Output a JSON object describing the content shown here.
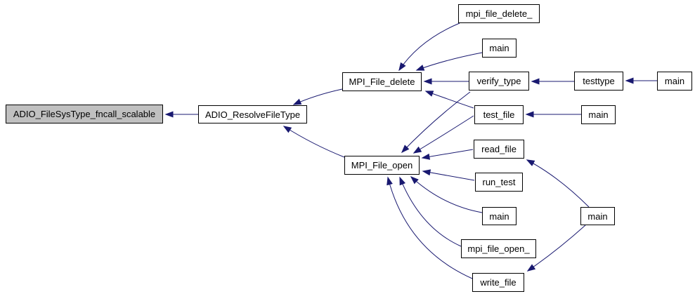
{
  "diagram": {
    "type": "caller-graph",
    "colors": {
      "edge": "#191970",
      "node_border": "#000000",
      "node_fill": "#ffffff",
      "highlight_fill": "#c0c0c0",
      "background": "#ffffff"
    },
    "nodes": [
      {
        "id": "adio_filesystype_fncall_scalable",
        "label": "ADIO_FileSysType_fncall_scalable",
        "highlighted": true
      },
      {
        "id": "adio_resolvefiletype",
        "label": "ADIO_ResolveFileType",
        "highlighted": false
      },
      {
        "id": "mpi_file_delete",
        "label": "MPI_File_delete",
        "highlighted": false
      },
      {
        "id": "mpi_file_open",
        "label": "MPI_File_open",
        "highlighted": false
      },
      {
        "id": "mpi_file_delete_",
        "label": "mpi_file_delete_",
        "highlighted": false
      },
      {
        "id": "main_delete_caller",
        "label": "main",
        "highlighted": false
      },
      {
        "id": "verify_type",
        "label": "verify_type",
        "highlighted": false
      },
      {
        "id": "test_file",
        "label": "test_file",
        "highlighted": false
      },
      {
        "id": "read_file",
        "label": "read_file",
        "highlighted": false
      },
      {
        "id": "run_test",
        "label": "run_test",
        "highlighted": false
      },
      {
        "id": "main_open_caller",
        "label": "main",
        "highlighted": false
      },
      {
        "id": "mpi_file_open_",
        "label": "mpi_file_open_",
        "highlighted": false
      },
      {
        "id": "write_file",
        "label": "write_file",
        "highlighted": false
      },
      {
        "id": "testtype",
        "label": "testtype",
        "highlighted": false
      },
      {
        "id": "main_testtype_caller",
        "label": "main",
        "highlighted": false
      },
      {
        "id": "main_test_file_caller",
        "label": "main",
        "highlighted": false
      },
      {
        "id": "main_read_write_caller",
        "label": "main",
        "highlighted": false
      }
    ],
    "edges": [
      {
        "from": "ADIO_ResolveFileType",
        "to": "ADIO_FileSysType_fncall_scalable"
      },
      {
        "from": "MPI_File_delete",
        "to": "ADIO_ResolveFileType"
      },
      {
        "from": "MPI_File_open",
        "to": "ADIO_ResolveFileType"
      },
      {
        "from": "mpi_file_delete_",
        "to": "MPI_File_delete"
      },
      {
        "from": "main",
        "to": "MPI_File_delete"
      },
      {
        "from": "verify_type",
        "to": "MPI_File_delete"
      },
      {
        "from": "test_file",
        "to": "MPI_File_delete"
      },
      {
        "from": "testtype",
        "to": "verify_type"
      },
      {
        "from": "main",
        "to": "testtype"
      },
      {
        "from": "main",
        "to": "test_file"
      },
      {
        "from": "verify_type",
        "to": "MPI_File_open"
      },
      {
        "from": "test_file",
        "to": "MPI_File_open"
      },
      {
        "from": "read_file",
        "to": "MPI_File_open"
      },
      {
        "from": "run_test",
        "to": "MPI_File_open"
      },
      {
        "from": "main",
        "to": "MPI_File_open"
      },
      {
        "from": "mpi_file_open_",
        "to": "MPI_File_open"
      },
      {
        "from": "write_file",
        "to": "MPI_File_open"
      },
      {
        "from": "main",
        "to": "read_file"
      },
      {
        "from": "main",
        "to": "write_file"
      }
    ]
  }
}
